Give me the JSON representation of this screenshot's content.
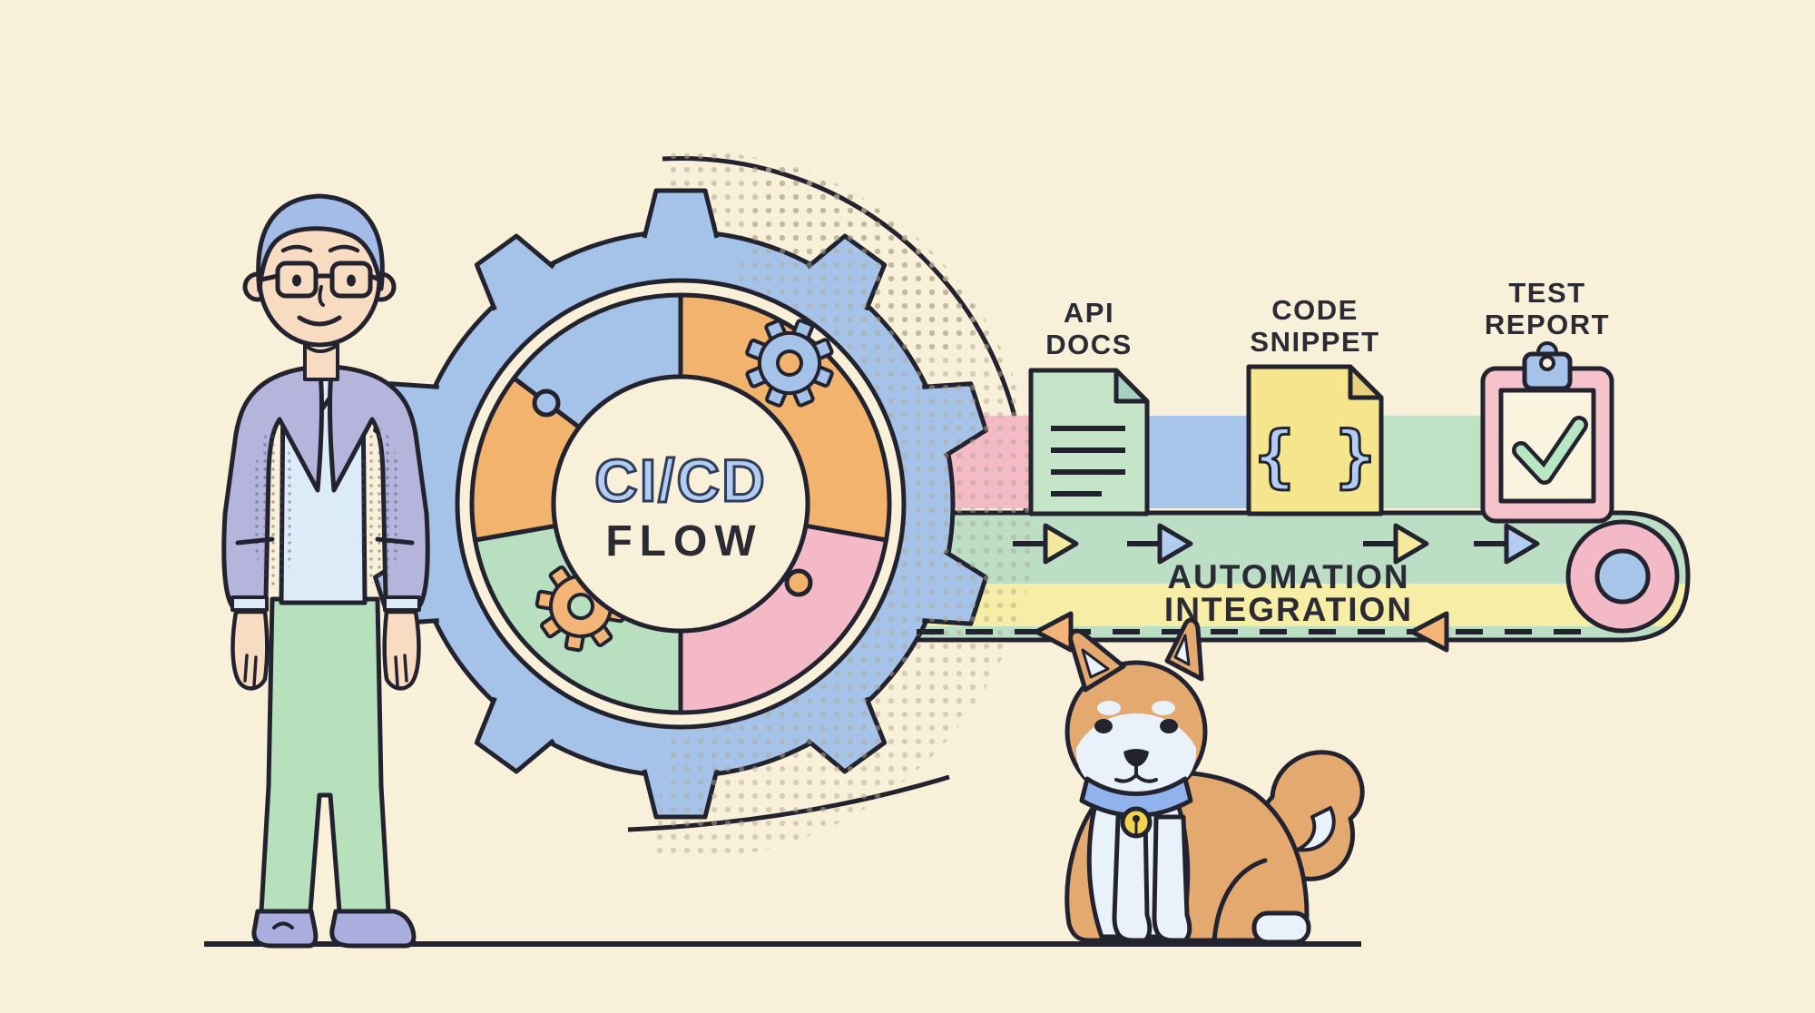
{
  "gear": {
    "title_line1": "CI/CD",
    "title_line2": "FLOW",
    "segment_colors": [
      "#a5c3e8",
      "#f2b36e",
      "#f4b9c6",
      "#b7dfc0"
    ],
    "ring_color": "#a5c3e8"
  },
  "stations": [
    {
      "label_line1": "API",
      "label_line2": "DOCS",
      "icon": "document-icon",
      "icon_color": "#c5e5c8"
    },
    {
      "label_line1": "CODE",
      "label_line2": "SNIPPET",
      "icon": "code-braces-icon",
      "icon_color": "#f5e58d"
    },
    {
      "label_line1": "TEST",
      "label_line2": "REPORT",
      "icon": "clipboard-check-icon",
      "icon_color": "#f6c2cc"
    }
  ],
  "code_braces_glyph": "{ }",
  "belt": {
    "word_top": "AUTOMATION",
    "word_bottom": "INTEGRATION",
    "band_top_color": "#bcdec4",
    "band_bottom_color": "#f6eda6",
    "arrow_fills_forward": [
      "#f3ea9e",
      "#b3cdf2",
      "#f3ea9e",
      "#b3cdf2"
    ],
    "arrow_fill_backward": "#f3b577",
    "roller_colors": [
      "#f4b9c6",
      "#a8c6ea"
    ]
  },
  "characters": {
    "man": {
      "hair": "#a3bce8",
      "skin": "#f8dcc2",
      "jacket": "#b4b4dc",
      "shirt": "#dcebf8",
      "pants": "#b7e0bd",
      "shoes": "#a9aede"
    },
    "dog": {
      "fur": "#e3a96f",
      "light": "#e9f1fb",
      "collar": "#8fb3ea",
      "bell": "#f2d34d"
    }
  },
  "palette": {
    "background": "#f8f0d8",
    "outline": "#232330",
    "stripe_pink": "#f4bac6",
    "stripe_blue": "#a8c6ea",
    "stripe_green": "#bfe2c4",
    "check_green": "#b7e6c2"
  }
}
